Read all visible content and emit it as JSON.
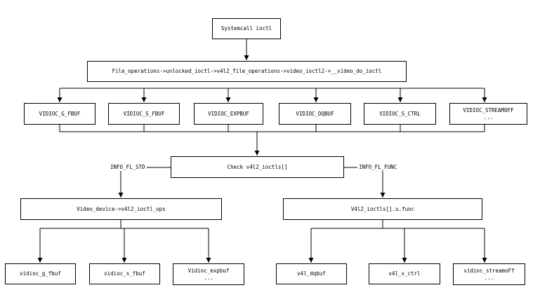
{
  "nodes": {
    "syscall": "Systemcall ioctl",
    "fileops": "File_operations->unlocked_ioctl->v4l2_file_operations->video_ioctl2->__video_do_ioctl",
    "g_fbuf": "VIDIOC_G_FBUF",
    "s_fbuf": "VIDIOC_S_FBUF",
    "expbuf": "VIDIOC_EXPBUF",
    "dqbuf": "VIDIOC_DQBUF",
    "s_ctrl": "VIDIOC_S_CTRL",
    "streamoff": "VIDIOC_STREAMOFF",
    "streamoff_more": "...",
    "check": "Check v4l2_ioctls[]",
    "video_device": "Video_device->v4l2_ioctl_ops",
    "v4l2_ioctls": "V4l2_ioctls[].u.func",
    "vidioc_g_fbuf": "vidioc_g_fbuf",
    "vidioc_s_fbuf": "vidioc_s_fbuf",
    "vidioc_expbuf": "Vidioc_expbuf",
    "vidioc_expbuf_more": "...",
    "v4l_dqbuf": "v4l_dqbuf",
    "v4l_s_ctrl": "v4l_s_ctrl",
    "vidioc_streamoff": "vidioc_streamoFf",
    "vidioc_streamoff_more": "..."
  },
  "edge_labels": {
    "std": "INFO_FL_STD",
    "func": "INFO_FL_FUNC"
  }
}
